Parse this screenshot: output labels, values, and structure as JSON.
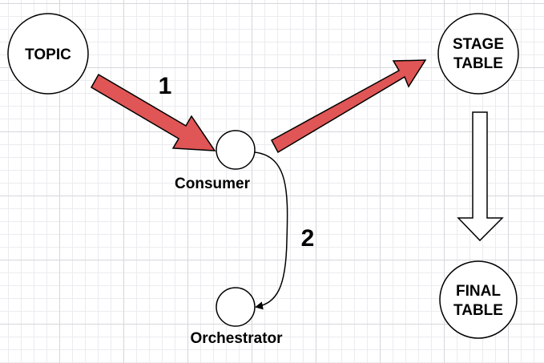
{
  "nodes": {
    "topic": "TOPIC",
    "stage_line1": "STAGE",
    "stage_line2": "TABLE",
    "final_line1": "FINAL",
    "final_line2": "TABLE",
    "consumer": "Consumer",
    "orchestrator": "Orchestrator"
  },
  "steps": {
    "step1": "1",
    "step2": "2"
  },
  "colors": {
    "arrow_fill": "#e05555",
    "stroke": "#000000",
    "hollow_fill": "#ffffff"
  }
}
